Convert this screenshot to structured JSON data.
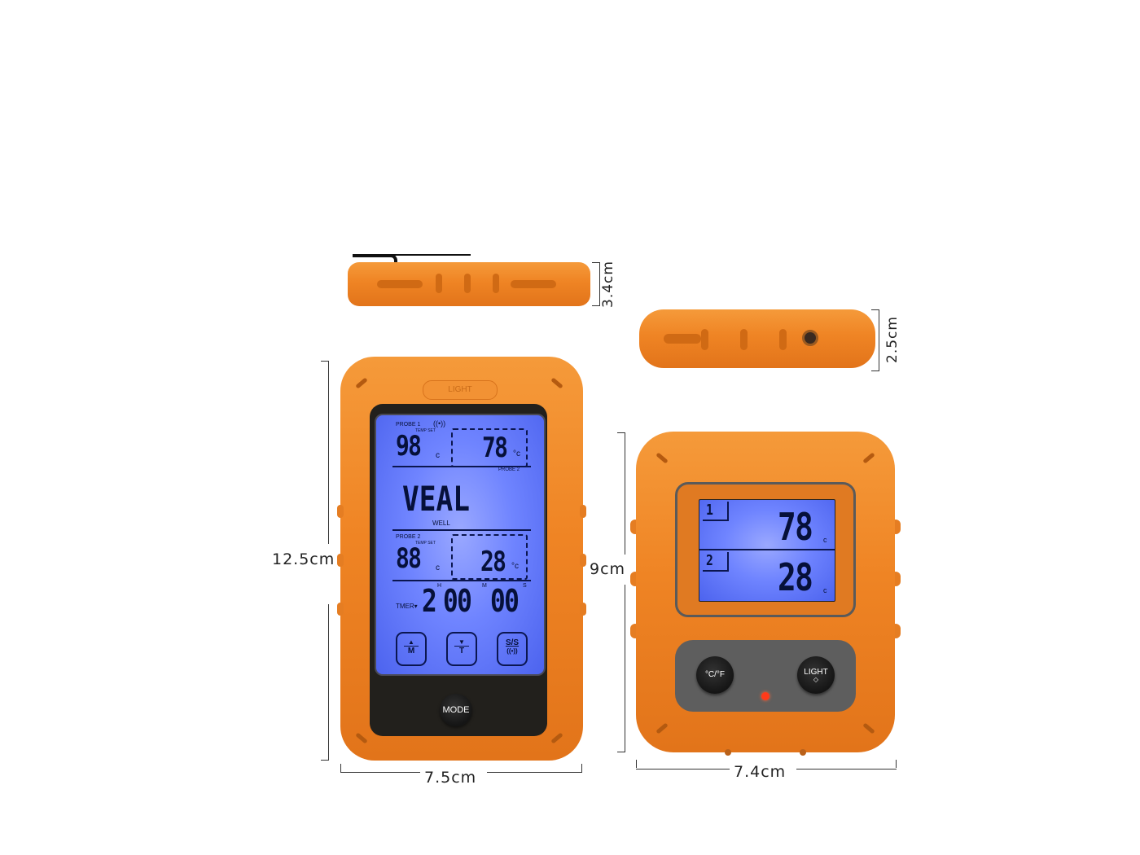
{
  "dimensions": {
    "top_thickness": "3.4cm",
    "right_thickness": "2.5cm",
    "left_height": "12.5cm",
    "left_width": "7.5cm",
    "right_height": "9cm",
    "right_width": "7.4cm"
  },
  "receiver": {
    "light_label": "LIGHT",
    "mode_label": "MODE",
    "probe1_label": "PROBE 1",
    "temp_set_label": "TEMP SET",
    "probe1_temp": "98",
    "probe1_set": "78",
    "probe2_small_label": "PROBE 2",
    "meat": "VEAL",
    "doneness": "WELL",
    "probe2_label": "PROBE 2",
    "probe2_temp": "88",
    "probe2_set": "28",
    "unit": "c",
    "timer_label": "TMER",
    "timer_hours": "2",
    "timer_minutes": "00",
    "timer_seconds": "00",
    "h_label": "H",
    "m_label": "M",
    "s_label": "S",
    "btn_m": "M",
    "btn_t": "T",
    "btn_ss": "S/S"
  },
  "transmitter": {
    "probe1_index": "1",
    "probe1_temp": "78",
    "probe2_index": "2",
    "probe2_temp": "28",
    "unit": "c",
    "cf_button": "°C/°F",
    "light_button": "LIGHT"
  },
  "colors": {
    "housing": "#ef8424",
    "lcd_backlight": "#6f84ff",
    "bezel": "#2a2a2a",
    "led": "#ff3a1a"
  }
}
